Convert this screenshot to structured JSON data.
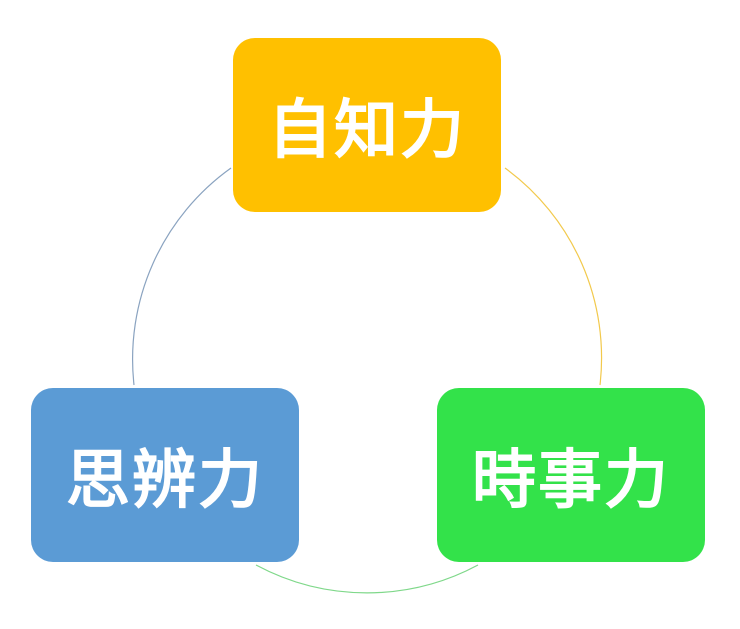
{
  "diagram": {
    "type": "cycle",
    "nodes": [
      {
        "id": "top",
        "label": "自知力",
        "color": "#FFC000"
      },
      {
        "id": "left",
        "label": "思辨力",
        "color": "#5B9BD5"
      },
      {
        "id": "right",
        "label": "時事力",
        "color": "#33E24A"
      }
    ],
    "arcs": [
      {
        "from": "top",
        "to": "right",
        "color": "#F2C94C"
      },
      {
        "from": "right",
        "to": "left",
        "color": "#7FD88A"
      },
      {
        "from": "left",
        "to": "top",
        "color": "#8AA3C0"
      }
    ]
  }
}
